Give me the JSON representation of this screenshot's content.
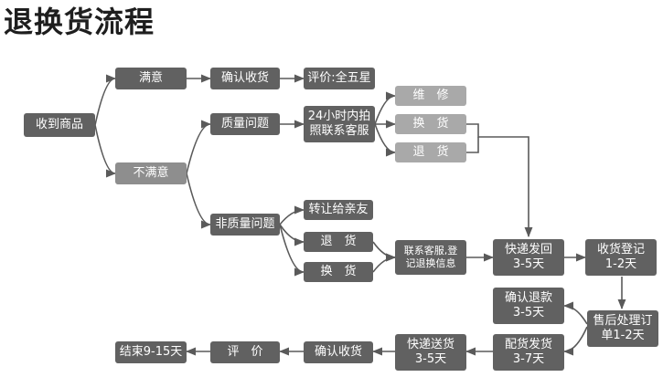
{
  "title": "退换货流程",
  "nodes": {
    "receive": "收到商品",
    "satisfied": "满意",
    "confirm_receipt_top": "确认收货",
    "rate_five_star": "评价:全五星",
    "unsatisfied": "不满意",
    "quality_issue": "质量问题",
    "contact_service": "24小时内拍\n照联系客服",
    "repair": "维　修",
    "exchange_top": "换　货",
    "return_top": "退　货",
    "non_quality_issue": "非质量问题",
    "transfer_friend": "转让给亲友",
    "return_mid": "退　货",
    "exchange_mid": "换　货",
    "contact_register": "联系客服,登\n记退换信息",
    "express_back": "快递发回\n3-5天",
    "receipt_register": "收货登记\n1-2天",
    "confirm_refund": "确认退款\n3-5天",
    "after_sales": "售后处理订\n单1-2天",
    "ship_goods": "配货发货\n3-7天",
    "express_send": "快递送货\n3-5天",
    "confirm_receipt_bottom": "确认收货",
    "review": "评　价",
    "end": "结束9-15天"
  },
  "colors": {
    "dark_box": "#616161",
    "mid_box": "#8e8e8e",
    "light_box": "#a9a9a9",
    "connector": "#5a5a5a"
  }
}
